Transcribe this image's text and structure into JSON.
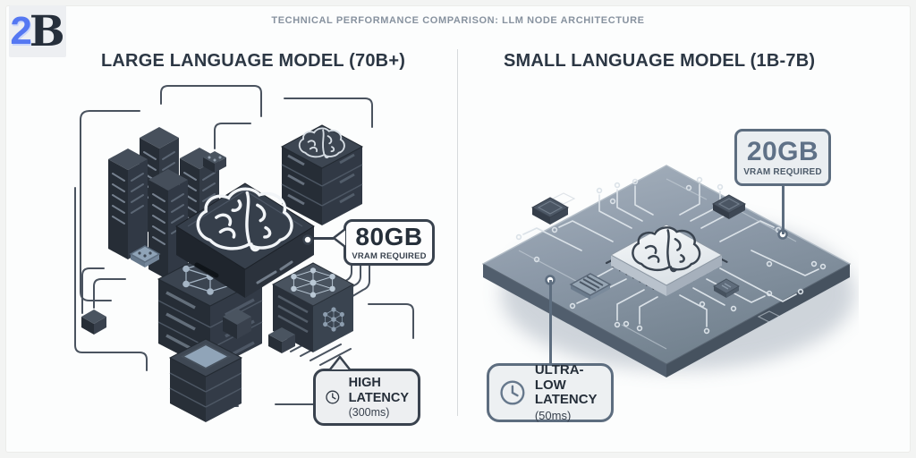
{
  "logo": {
    "prefix": "2",
    "suffix": "B"
  },
  "header": {
    "title": "TECHNICAL PERFORMANCE COMPARISON: LLM NODE ARCHITECTURE"
  },
  "left_panel": {
    "heading": "LARGE LANGUAGE MODEL (70B+)",
    "vram_callout": {
      "value": "80GB",
      "label": "VRAM REQUIRED"
    },
    "latency_callout": {
      "line1": "HIGH",
      "line2": "LATENCY",
      "value": "(300ms)"
    }
  },
  "right_panel": {
    "heading": "SMALL LANGUAGE MODEL (1B-7B)",
    "vram_callout": {
      "value": "20GB",
      "label": "VRAM REQUIRED"
    },
    "latency_callout": {
      "line1": "ULTRA-LOW",
      "line2": "LATENCY",
      "value": "(50ms)"
    }
  },
  "colors": {
    "logo_blue": "#5578f2",
    "ink_dark": "#2c3744",
    "slate_border": "#5d6d7f",
    "dark_border": "#39424e",
    "muted_title": "#87929f",
    "board_slate": "#8c9aa9",
    "callout_bg": "#edeff1"
  }
}
